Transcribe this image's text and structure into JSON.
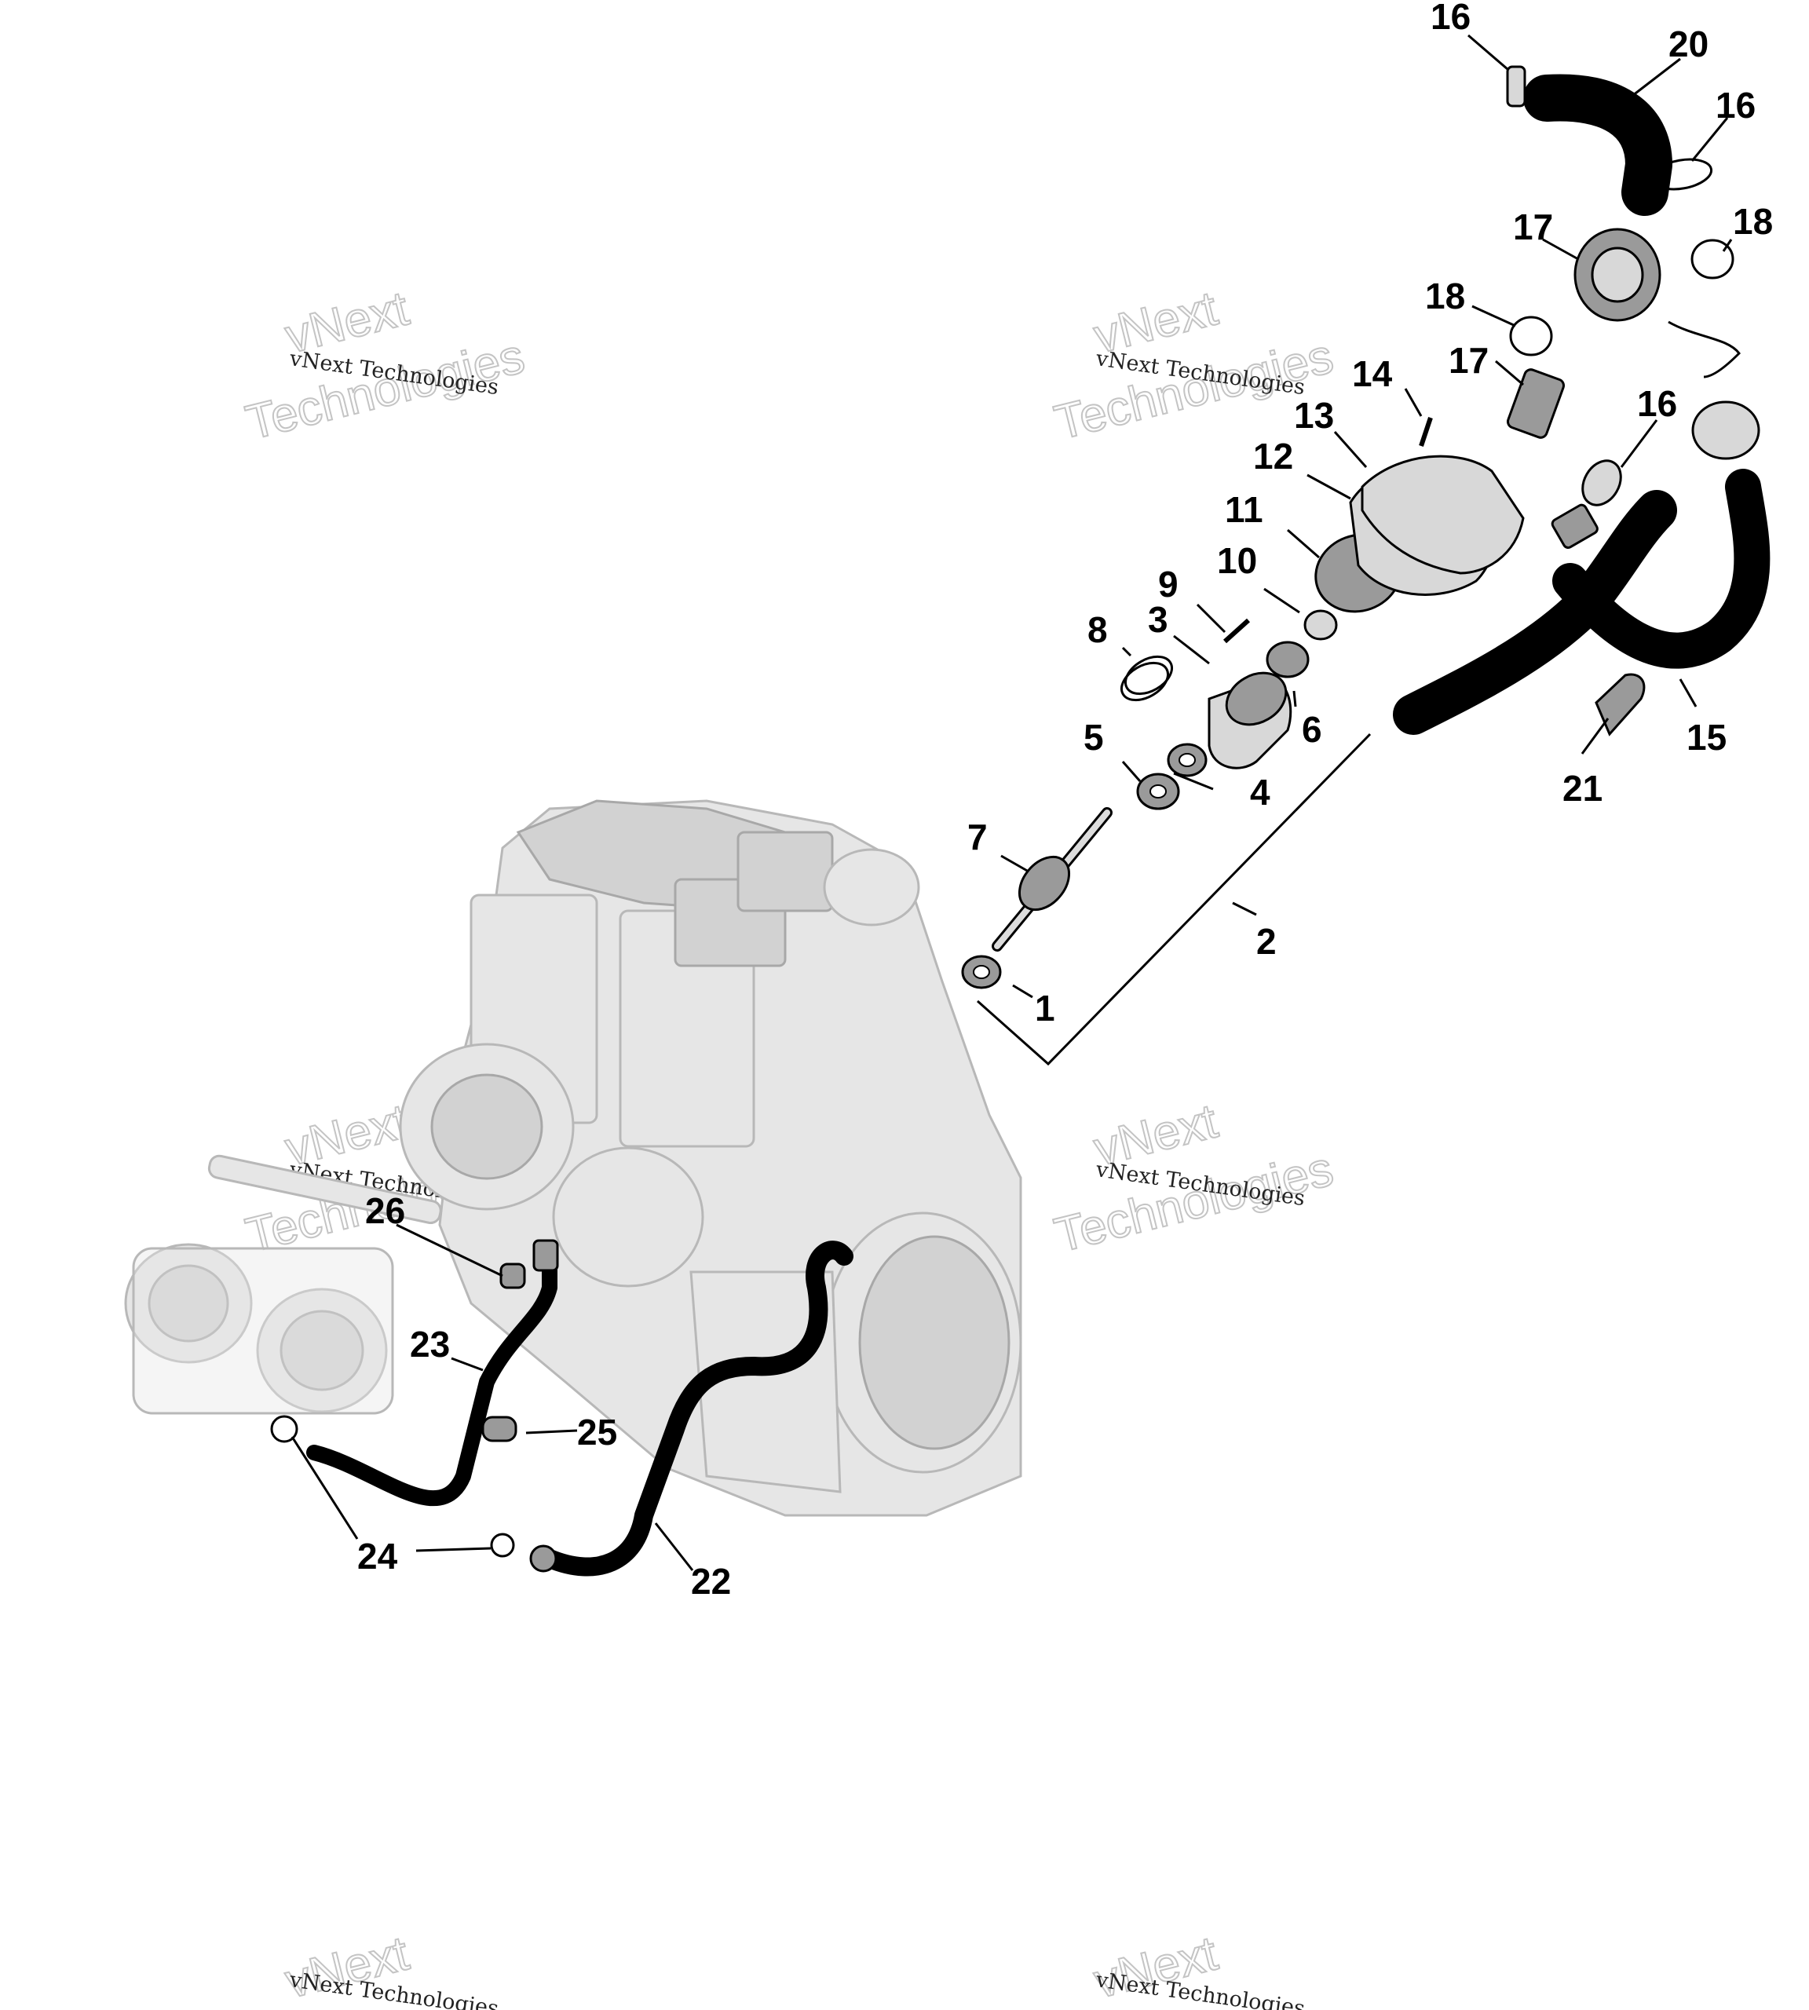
{
  "watermark": {
    "small_text": "vNext Technologies",
    "large_word_1": "vNext",
    "large_word_2": "Technologies"
  },
  "callouts": {
    "c1": "1",
    "c2": "2",
    "c3": "3",
    "c4": "4",
    "c5": "5",
    "c6": "6",
    "c7": "7",
    "c8": "8",
    "c9": "9",
    "c10": "10",
    "c11": "11",
    "c12": "12",
    "c13": "13",
    "c14": "14",
    "c15": "15",
    "c16a": "16",
    "c16b": "16",
    "c16c": "16",
    "c17a": "17",
    "c17b": "17",
    "c18a": "18",
    "c18b": "18",
    "c20": "20",
    "c21": "21",
    "c22": "22",
    "c23": "23",
    "c24": "24",
    "c25": "25",
    "c26": "26"
  }
}
